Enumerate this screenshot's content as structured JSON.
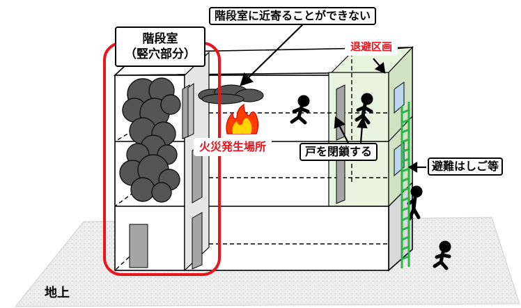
{
  "labels": {
    "stairwell_line1": "階段室",
    "stairwell_line2": "（竪穴部分）",
    "cannot_approach": "階段室に近寄ることができない",
    "refuge_section": "退避区画",
    "fire_origin": "火災発生場所",
    "close_door": "戸を閉鎖する",
    "ladder": "避難はしご等",
    "ground": "地上"
  },
  "colors": {
    "highlight_red": "#e8141e",
    "refuge_fill": "#eaf5e1",
    "ladder_green": "#2db34a",
    "smoke": "#555555",
    "door": "#a6a6a6"
  }
}
